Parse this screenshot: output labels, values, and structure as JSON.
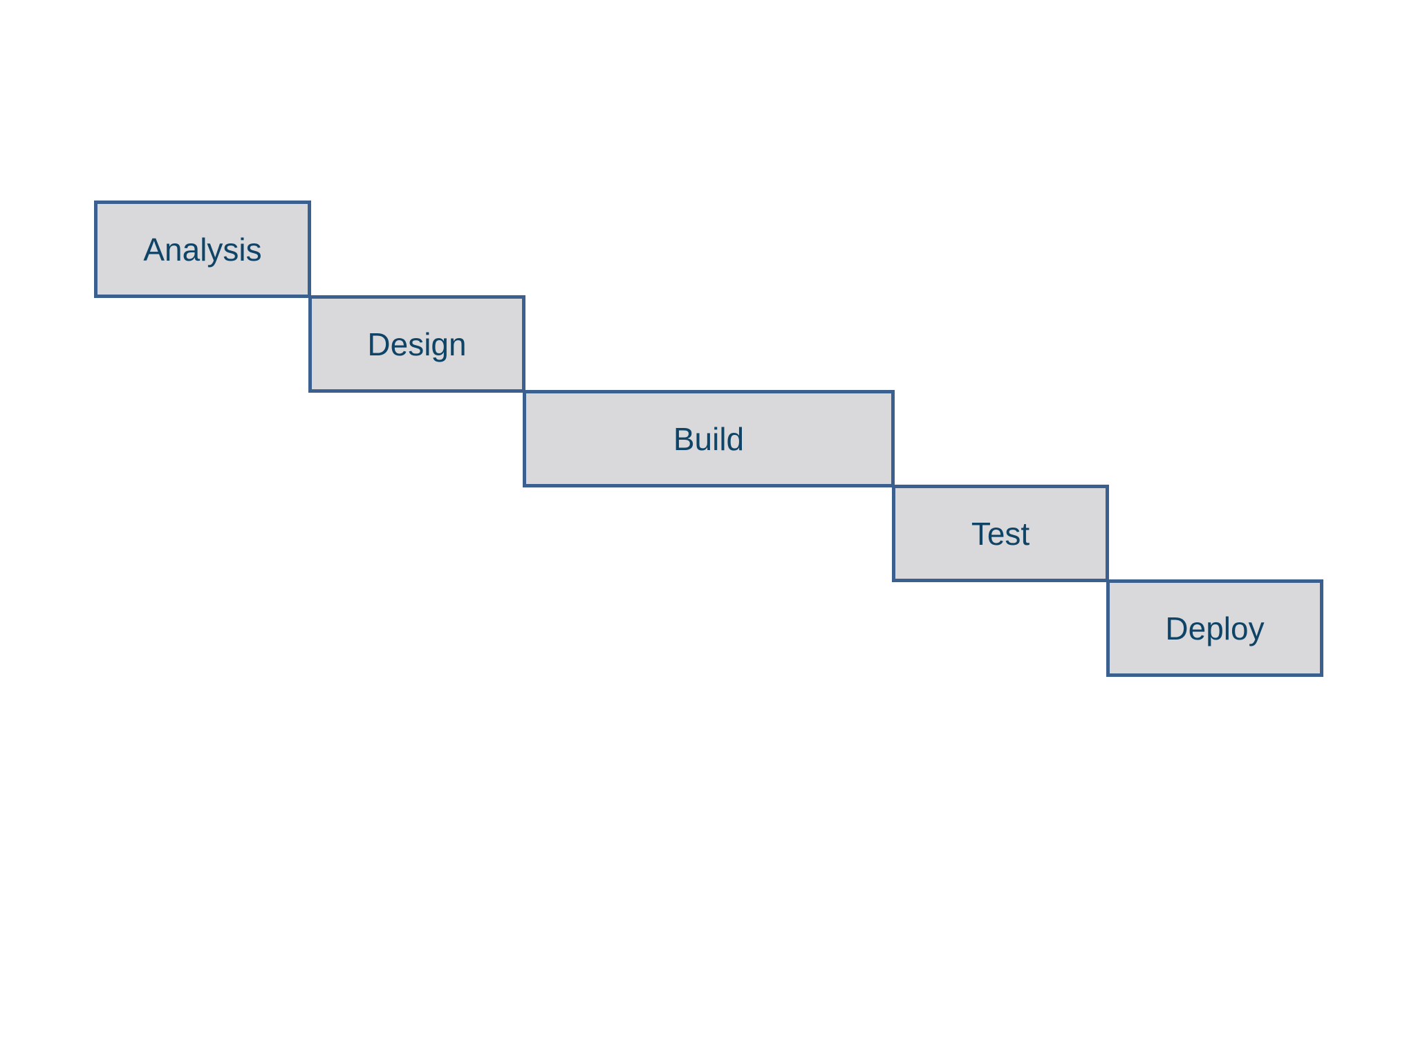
{
  "diagram": {
    "colors": {
      "box_fill": "#d9d9dc",
      "box_border": "#3b5f8f",
      "label_text": "#0f4467",
      "background": "#ffffff"
    },
    "phases": [
      {
        "label": "Analysis"
      },
      {
        "label": "Design"
      },
      {
        "label": "Build"
      },
      {
        "label": "Test"
      },
      {
        "label": "Deploy"
      }
    ]
  }
}
